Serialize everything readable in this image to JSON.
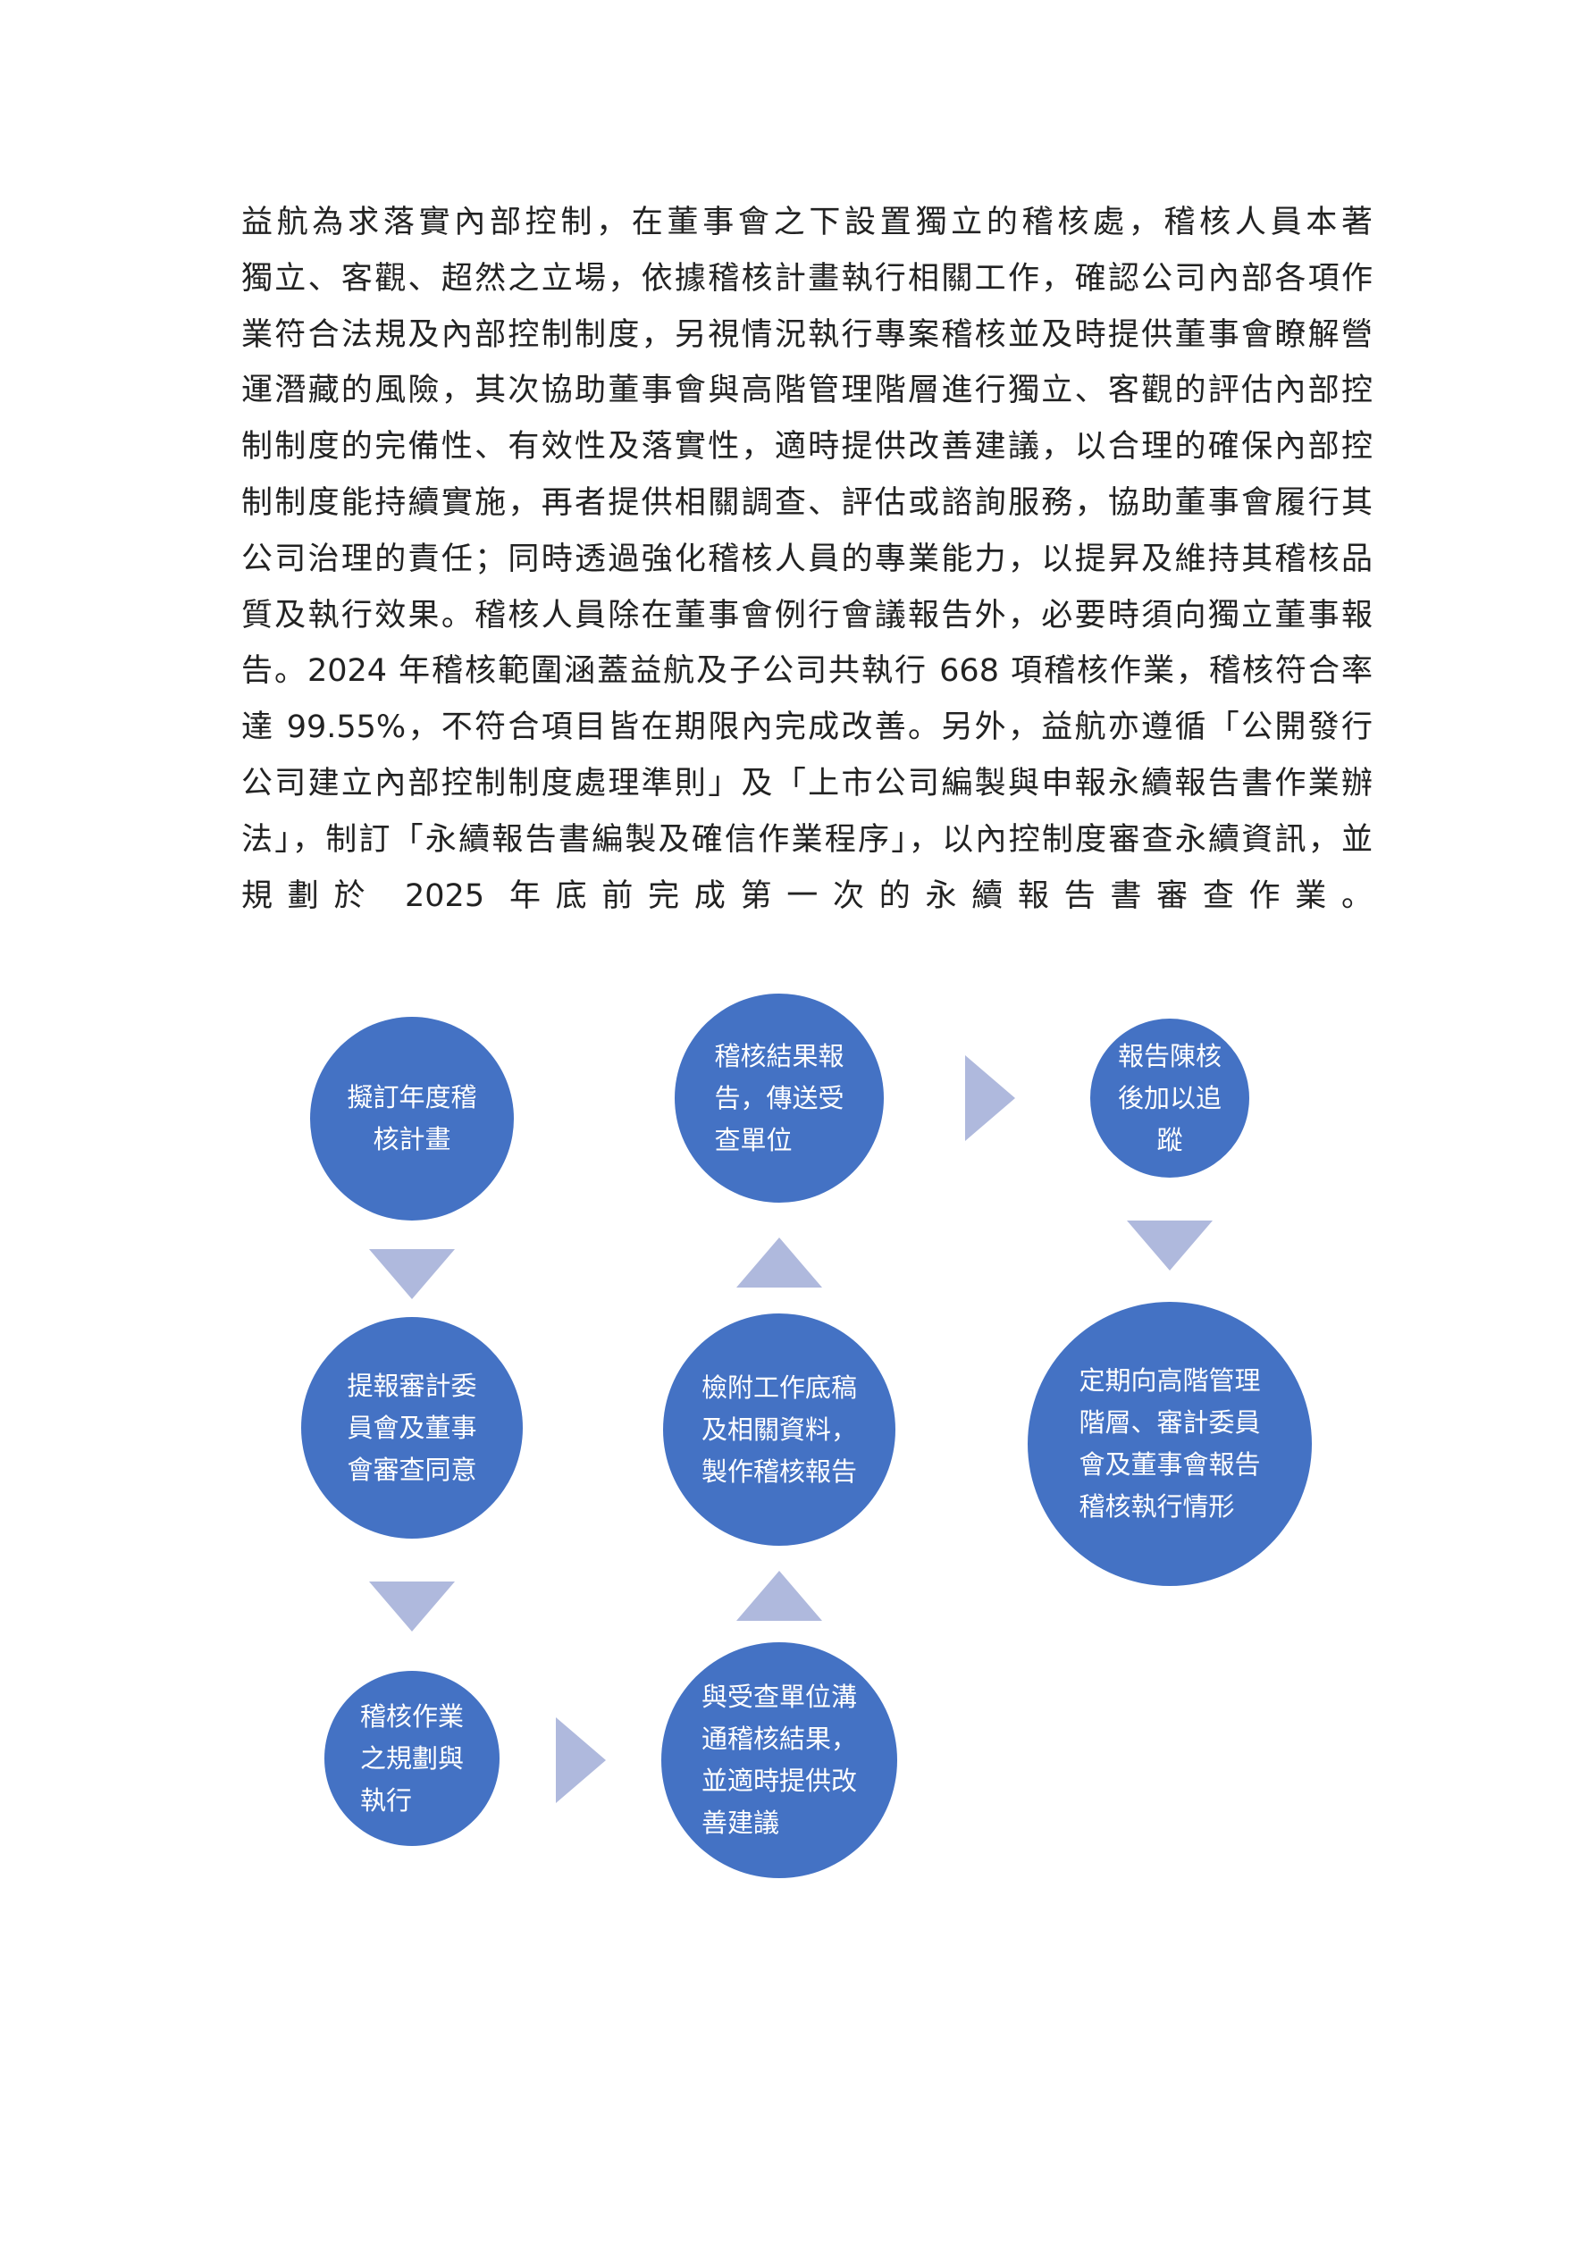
{
  "paragraph": {
    "lines": [
      "益航為求落實內部控制，在董事會之下設置獨立的稽核處，稽核人員本著",
      "獨立、客觀、超然之立場，依據稽核計畫執行相關工作，確認公司內部各項作",
      "業符合法規及內部控制制度，另視情況執行專案稽核並及時提供董事會瞭解營",
      "運潛藏的風險，其次協助董事會與高階管理階層進行獨立、客觀的評估內部控",
      "制制度的完備性、有效性及落實性，適時提供改善建議，以合理的確保內部控",
      "制制度能持續實施，再者提供相關調查、評估或諮詢服務，協助董事會履行其",
      "公司治理的責任；同時透過強化稽核人員的專業能力，以提昇及維持其稽核品",
      "質及執行效果。稽核人員除在董事會例行會議報告外，必要時須向獨立董事報",
      "告。2024 年稽核範圍涵蓋益航及子公司共執行 668 項稽核作業，稽核符合率",
      "達 99.55%，不符合項目皆在期限內完成改善。另外，益航亦遵循「公開發行",
      "公司建立內部控制制度處理準則」及「上市公司編製與申報永續報告書作業辦",
      "法」，制訂「永續報告書編製及確信作業程序」，以內控制度審查永續資訊，並",
      "規劃於 2025 年底前完成第一次的永續報告書審查作業。"
    ]
  },
  "flow": {
    "colors": {
      "circle": "#4472C4",
      "arrow": "#AFB9DD"
    },
    "steps": [
      {
        "lines": [
          "擬訂年度稽",
          "核計畫"
        ]
      },
      {
        "lines": [
          "提報審計委",
          "員會及董事",
          "會審查同意"
        ]
      },
      {
        "lines": [
          "稽核作業",
          "之規劃與",
          "執行"
        ]
      },
      {
        "lines": [
          "與受查單位溝",
          "通稽核結果，",
          "並適時提供改",
          "善建議"
        ]
      },
      {
        "lines": [
          "檢附工作底稿",
          "及相關資料，",
          "製作稽核報告"
        ]
      },
      {
        "lines": [
          "稽核結果報",
          "告，傳送受",
          "查單位"
        ]
      },
      {
        "lines": [
          "報告陳核",
          "後加以追",
          "蹤"
        ]
      },
      {
        "lines": [
          "定期向高階管理",
          "階層、審計委員",
          "會及董事會報告",
          "稽核執行情形"
        ]
      }
    ]
  }
}
